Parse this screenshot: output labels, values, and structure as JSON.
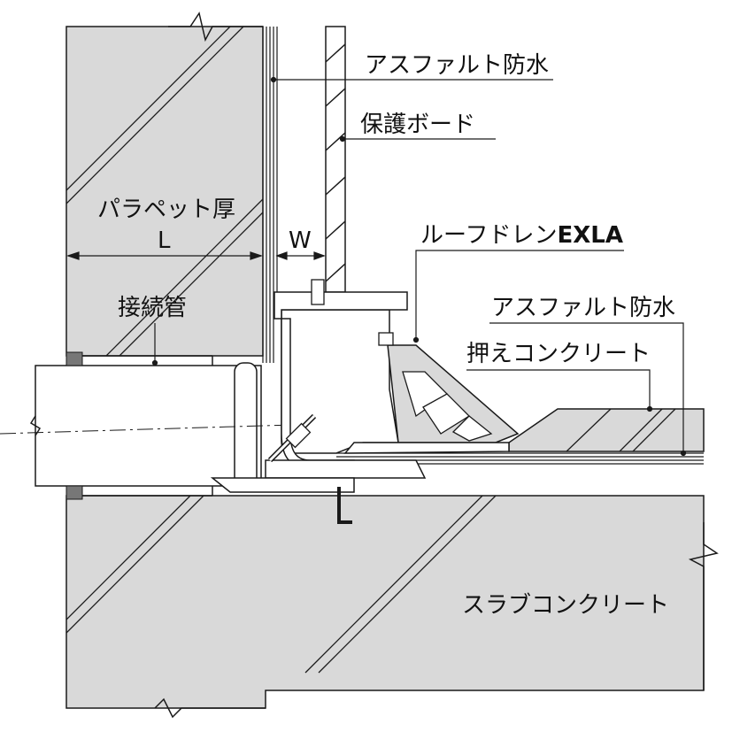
{
  "labels": {
    "asphalt_waterproof_wall": "アスファルト防水",
    "protection_board": "保護ボード",
    "parapet_thickness": "パラペット厚",
    "dim_L": "L",
    "dim_W": "W",
    "roof_drain_prefix": "ルーフドレン",
    "roof_drain_model": "EXLA",
    "connecting_pipe": "接続管",
    "asphalt_waterproof_roof": "アスファルト防水",
    "pressing_concrete": "押えコンクリート",
    "slab_concrete": "スラブコンクリート"
  },
  "colors": {
    "concrete_fill": "#d9d9d9",
    "line": "#1a1a1a",
    "background": "#ffffff"
  }
}
